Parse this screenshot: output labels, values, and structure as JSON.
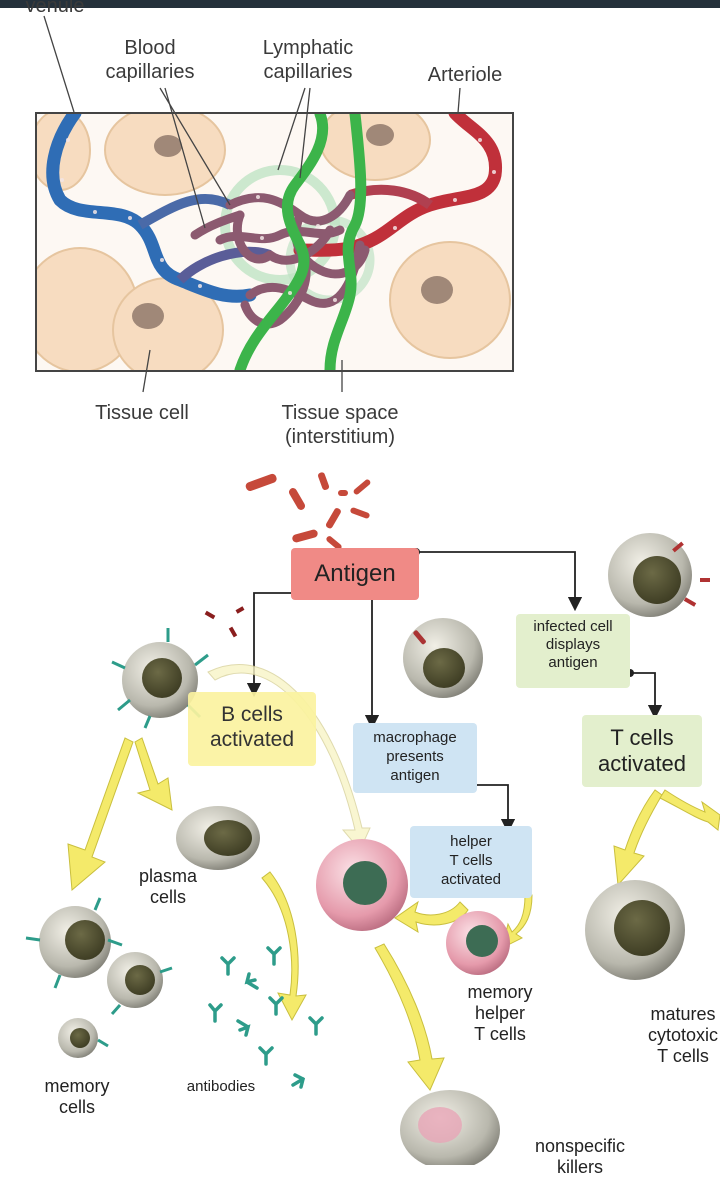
{
  "top_diagram": {
    "labels": {
      "venule": "venule",
      "blood_capillaries": [
        "Blood",
        "capillaries"
      ],
      "lymphatic_capillaries": [
        "Lymphatic",
        "capillaries"
      ],
      "arteriole": "Arteriole",
      "tissue_cell": "Tissue cell",
      "tissue_space": [
        "Tissue space",
        "(interstitium)"
      ]
    }
  },
  "immune_diagram": {
    "antigen": "Antigen",
    "infected_cell": [
      "infected cell",
      "displays",
      "antigen"
    ],
    "b_cells": [
      "B cells",
      "activated"
    ],
    "macrophage": [
      "macrophage",
      "presents",
      "antigen"
    ],
    "t_cells": [
      "T cells",
      "activated"
    ],
    "helper": [
      "helper",
      "T cells",
      "activated"
    ],
    "plasma": [
      "plasma",
      "cells"
    ],
    "memory_helper": [
      "memory",
      "helper",
      "T cells"
    ],
    "matures": [
      "matures",
      "cytotoxic",
      "T cells"
    ],
    "memory_cells": [
      "memory",
      "cells"
    ],
    "antibodies": "antibodies",
    "nonspecific": [
      "nonspecific",
      "killers"
    ]
  },
  "colors": {
    "venule": "#2f6db5",
    "arteriole": "#c0303a",
    "lymphatic": "#3cb44a",
    "capillary": "#8c5a70",
    "tissue_cell": "#f7dcc0",
    "antigen_box": "#f08a86",
    "yellow_box": "#fbf3a0",
    "blue_box": "#cfe4f3",
    "green_box": "#e3efcd",
    "arrow_yellow": "#f4ea6a"
  }
}
